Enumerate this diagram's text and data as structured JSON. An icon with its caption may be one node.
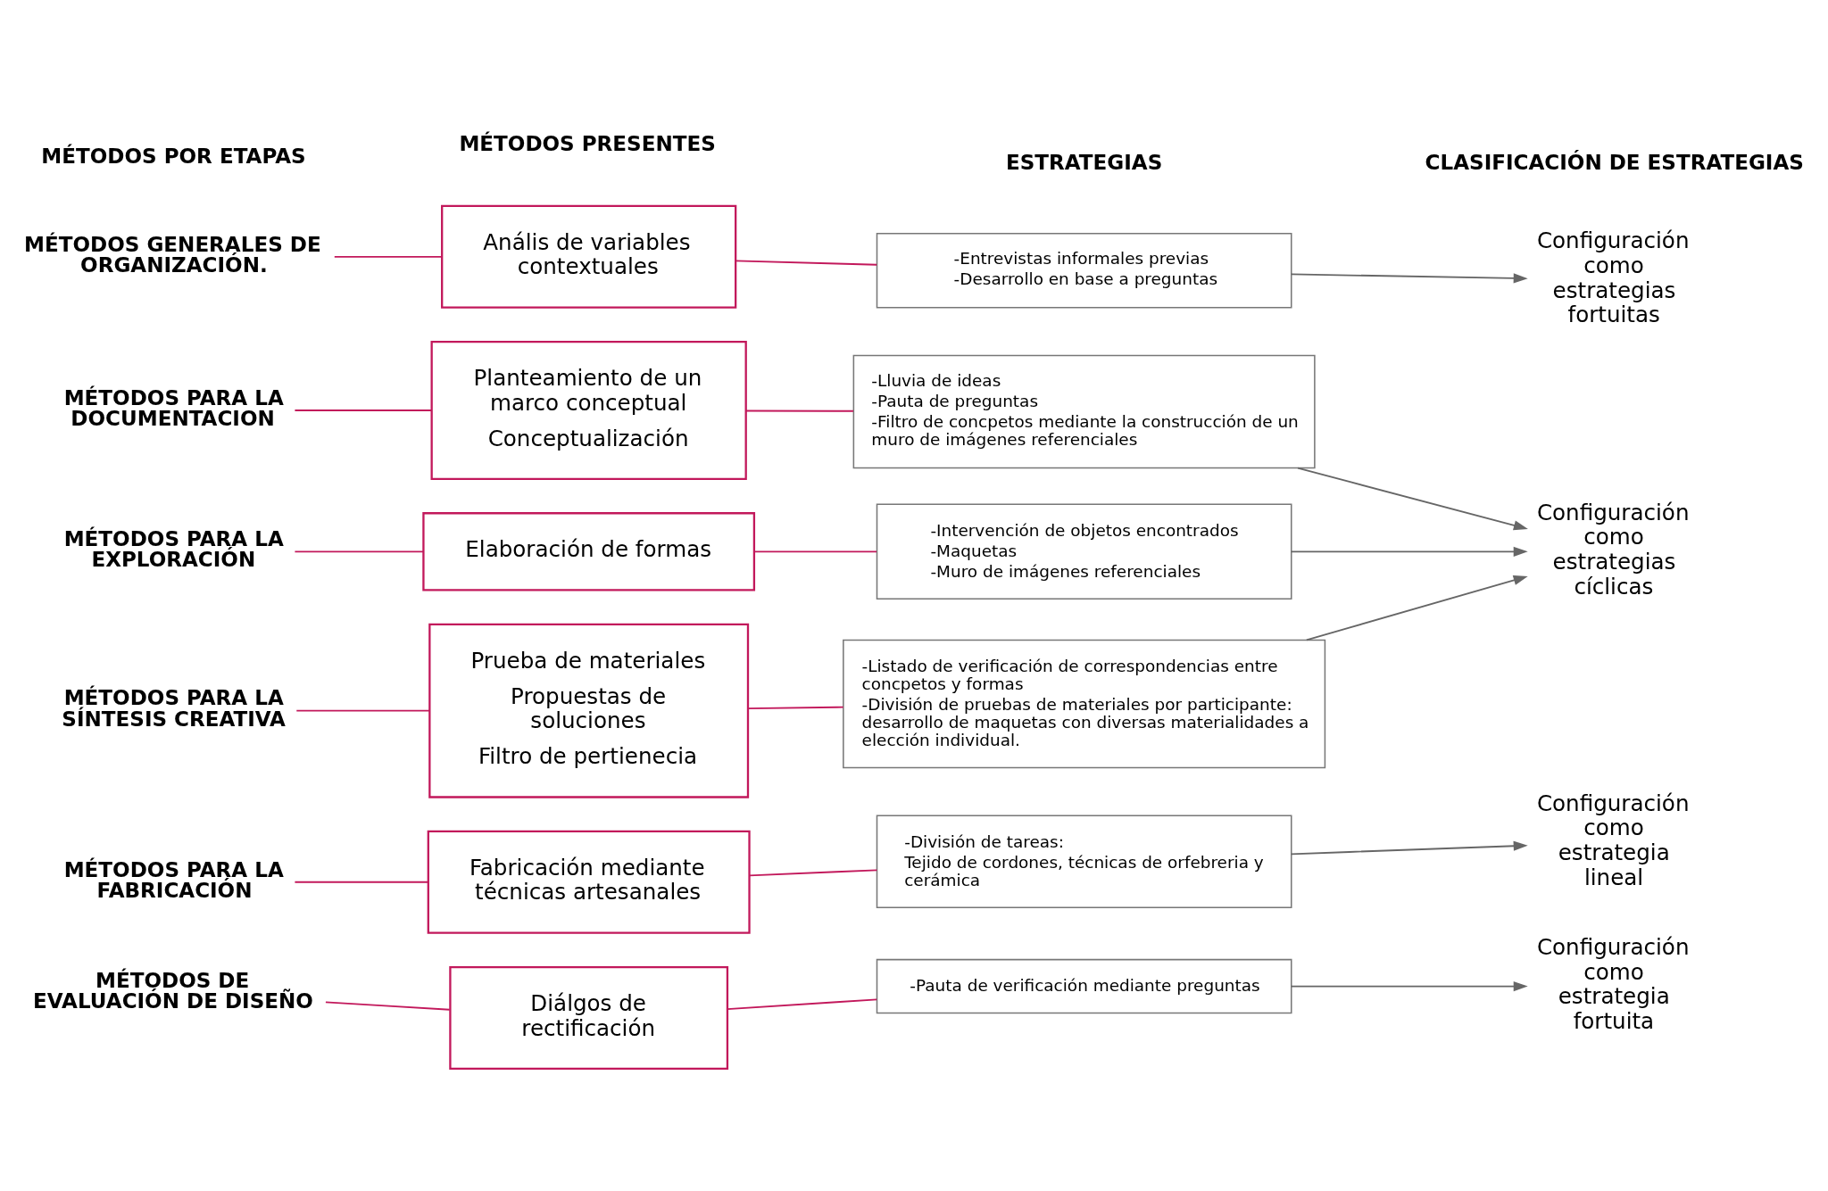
{
  "diagram": {
    "nodes": [
      {
        "text": [
          "MÉTODOS GENERALES DE ORGANIZACIÓN."
        ]
      },
      {
        "text": [
          "Anális de variables contextuales"
        ]
      },
      {
        "text": [
          "-Entrevistas informales previas",
          "-Desarrollo en base a preguntas"
        ]
      },
      {
        "text": [
          "Configuración como estrategias fortuitas"
        ]
      },
      {
        "text": [
          "MÉTODOS PARA LA DOCUMENTACION"
        ]
      },
      {
        "text": [
          "Planteamiento de un marco conceptual",
          "Conceptualización"
        ]
      },
      {
        "text": [
          "-Lluvia de ideas",
          "-Pauta de preguntas",
          "-Filtro de concpetos mediante la construcción de un muro de imágenes referenciales"
        ]
      },
      {
        "text": [
          "Configuración como estrategias cíclicas"
        ]
      },
      {
        "text": [
          "MÉTODOS PARA LA EXPLORACIÓN"
        ]
      },
      {
        "text": [
          "Elaboración de formas"
        ]
      },
      {
        "text": [
          "-Intervención de objetos encontrados",
          "-Maquetas",
          "-Muro de imágenes referenciales"
        ]
      },
      {
        "text": [
          "MÉTODOS PARA LA SÍNTESIS CREATIVA"
        ]
      },
      {
        "text": [
          "Prueba de materiales",
          "Propuestas de soluciones",
          "Filtro de pertienecia"
        ]
      },
      {
        "text": [
          "-Listado de verificación de correspondencias entre concpetos y formas",
          "-División de pruebas de materiales por participante: desarrollo de maquetas con diversas materialidades a elección individual."
        ]
      },
      {
        "text": [
          "MÉTODOS PARA LA FABRICACIÓN"
        ]
      },
      {
        "text": [
          "Fabricación mediante técnicas artesanales"
        ]
      },
      {
        "text": [
          "-División de tareas:",
          "Tejido de cordones, técnicas de orfebreria y cerámica"
        ]
      },
      {
        "text": [
          "Configuración como estrategia lineal"
        ]
      },
      {
        "text": [
          "MÉTODOS DE EVALUACIÓN DE DISEÑO"
        ]
      },
      {
        "text": [
          "Diálgos de rectificación"
        ]
      },
      {
        "text": [
          "-Pauta de verificación mediante preguntas"
        ]
      },
      {
        "text": [
          "Configuración como estrategia fortuita"
        ]
      }
    ],
    "edges": [
      {
        "from": 0,
        "to": 1,
        "arrow": "none"
      },
      {
        "from": 1,
        "to": 2,
        "arrow": "none"
      },
      {
        "from": 2,
        "to": 3,
        "arrow": "to",
        "color": "#666666"
      },
      {
        "from": 4,
        "to": 5,
        "arrow": "none"
      },
      {
        "from": 5,
        "to": 6,
        "arrow": "none"
      },
      {
        "from": 6,
        "to": 7,
        "arrow": "to",
        "color": "#666666"
      },
      {
        "from": 8,
        "to": 9,
        "arrow": "none"
      },
      {
        "from": 9,
        "to": 10,
        "arrow": "none"
      },
      {
        "from": 10,
        "to": 7,
        "arrow": "to",
        "color": "#666666"
      },
      {
        "from": 11,
        "to": 12,
        "arrow": "none"
      },
      {
        "from": 12,
        "to": 13,
        "arrow": "none"
      },
      {
        "from": 13,
        "to": 7,
        "arrow": "to",
        "color": "#666666"
      },
      {
        "from": 14,
        "to": 15,
        "arrow": "none"
      },
      {
        "from": 15,
        "to": 16,
        "arrow": "none"
      },
      {
        "from": 16,
        "to": 17,
        "arrow": "to",
        "color": "#666666"
      },
      {
        "from": 18,
        "to": 19,
        "arrow": "none"
      },
      {
        "from": 19,
        "to": 20,
        "arrow": "none"
      },
      {
        "from": 20,
        "to": 21,
        "arrow": "to",
        "color": "#666666"
      }
    ],
    "labels": [
      "MÉTODOS POR ETAPAS",
      "MÉTODOS PRESENTES",
      "ESTRATEGIAS",
      "CLASIFICACIÓN DE ESTRATEGIAS"
    ]
  }
}
